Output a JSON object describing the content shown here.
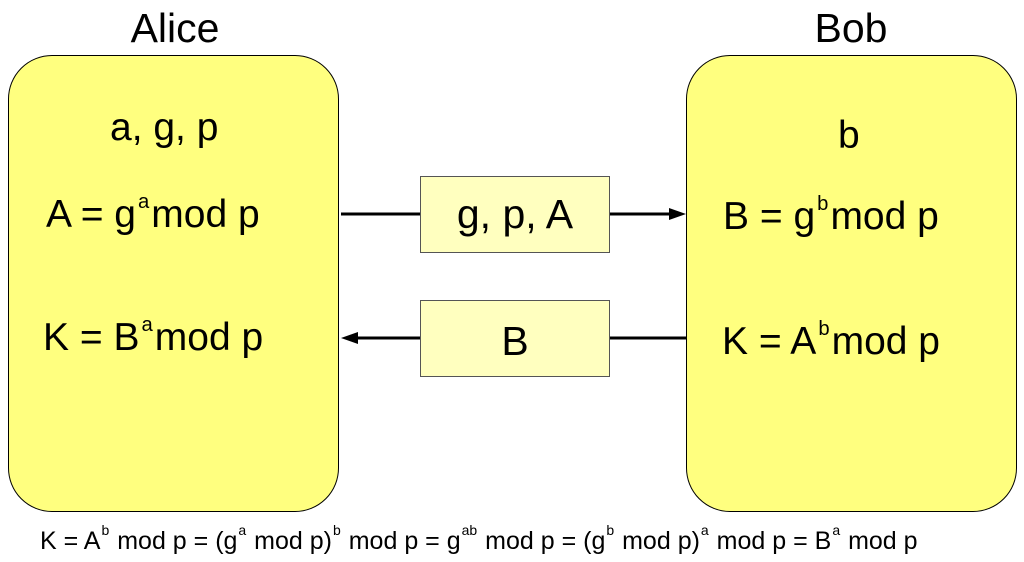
{
  "alice": {
    "title": "Alice",
    "params": "a, g, p",
    "formula_a": {
      "lhs": "A = g",
      "exp": "a",
      "rhs": "mod p"
    },
    "formula_k": {
      "lhs": "K = B",
      "exp": "a",
      "rhs": "mod p"
    }
  },
  "bob": {
    "title": "Bob",
    "params": "b",
    "formula_b": {
      "lhs": "B = g",
      "exp": "b",
      "rhs": "mod p"
    },
    "formula_k": {
      "lhs": "K = A",
      "exp": "b",
      "rhs": "mod p"
    }
  },
  "messages": {
    "to_bob": "g, p, A",
    "to_alice": "B"
  },
  "equation": {
    "p1": "K = A",
    "e1": "b",
    "p2": "mod p = (g",
    "e2": "a",
    "p3": "mod p)",
    "e3": "b",
    "p4": "mod p = g",
    "e4": "ab",
    "p5": "mod p = (g",
    "e5": "b",
    "p6": "mod p)",
    "e6": "a",
    "p7": "mod p = B",
    "e7": "a",
    "p8": "mod p"
  },
  "colors": {
    "party_fill": "#ffff7f",
    "message_fill": "#ffffbf",
    "stroke": "#000000"
  }
}
